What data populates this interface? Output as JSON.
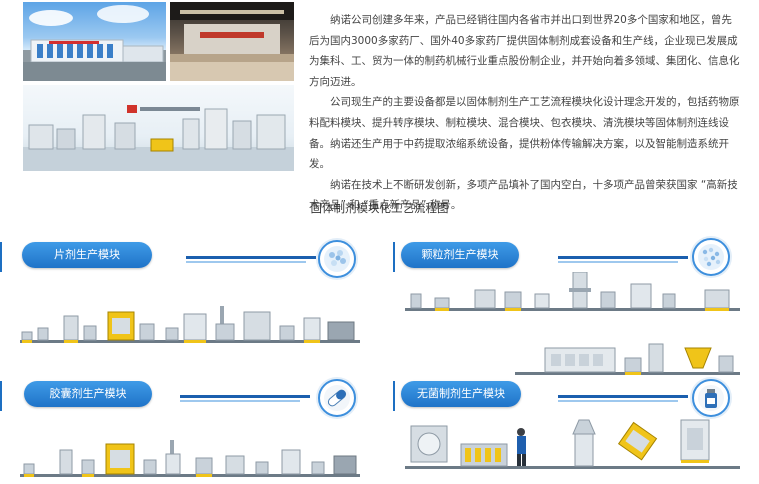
{
  "intro": {
    "paragraphs": [
      "纳诺公司创建多年来，产品已经销往国内各省市并出口到世界20多个国家和地区，曾先后为国内3000多家药厂、国外40多家药厂提供固体制剂成套设备和生产线，企业现已发展成为集科、工、贸为一体的制药机械行业重点股份制企业，并开始向着多领域、集团化、信息化方向迈进。",
      "公司现生产的主要设备都是以固体制剂生产工艺流程模块化设计理念开发的，包括药物原料配料模块、提升转序模块、制粒模块、混合模块、包衣模块、清洗模块等固体制剂连线设备。纳诺还生产用于中药提取浓缩系统设备，提供粉体传输解决方案，以及智能制造系统开发。",
      "纳诺在技术上不断研发创新，多项产品填补了国内空白，十多项产品曾荣获国家 “高新技术产品” 和 “重点新产品” 称号。"
    ]
  },
  "flow_title": "固体制剂模块化工艺流程图",
  "modules": {
    "tablet": {
      "label": "片剂生产模块"
    },
    "granule": {
      "label": "颗粒剂生产模块"
    },
    "capsule": {
      "label": "胶囊剂生产模块"
    },
    "sterile": {
      "label": "无菌制剂生产模块"
    }
  },
  "photos": {
    "factory": "factory-building-photo",
    "lobby": "company-lobby-photo",
    "showroom": "equipment-showroom-photo"
  },
  "colors": {
    "accent": "#1f73c8",
    "accent_light": "#3f9be7",
    "machine_base": "#f0c419"
  }
}
